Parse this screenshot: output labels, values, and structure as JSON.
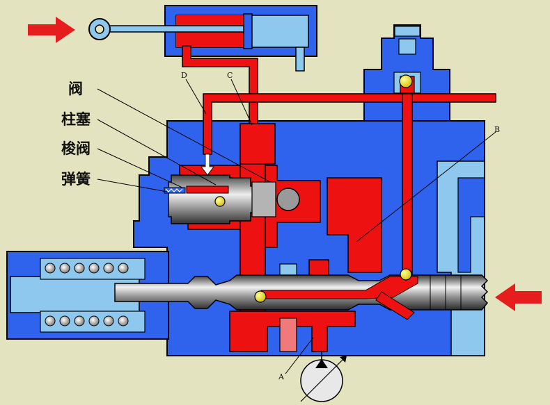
{
  "labels": {
    "valve": "阀",
    "plunger": "柱塞",
    "shuttle_valve": "梭阀",
    "spring": "弹簧",
    "port_a": "A",
    "port_b": "B",
    "port_c": "C",
    "port_d": "D"
  },
  "colors": {
    "background": "#e3e3bf",
    "housing_blue": "#2f63ee",
    "light_blue": "#8ec8ee",
    "oil_red": "#ee1111",
    "arrow_red": "#e51d1d",
    "ball_yellow": "#f2e200",
    "spool_grey": "#8a8a8a"
  },
  "icons": [
    "input-force-arrow-icon",
    "input-flow-arrow-icon",
    "pump-symbol-icon",
    "check-ball-icon"
  ]
}
